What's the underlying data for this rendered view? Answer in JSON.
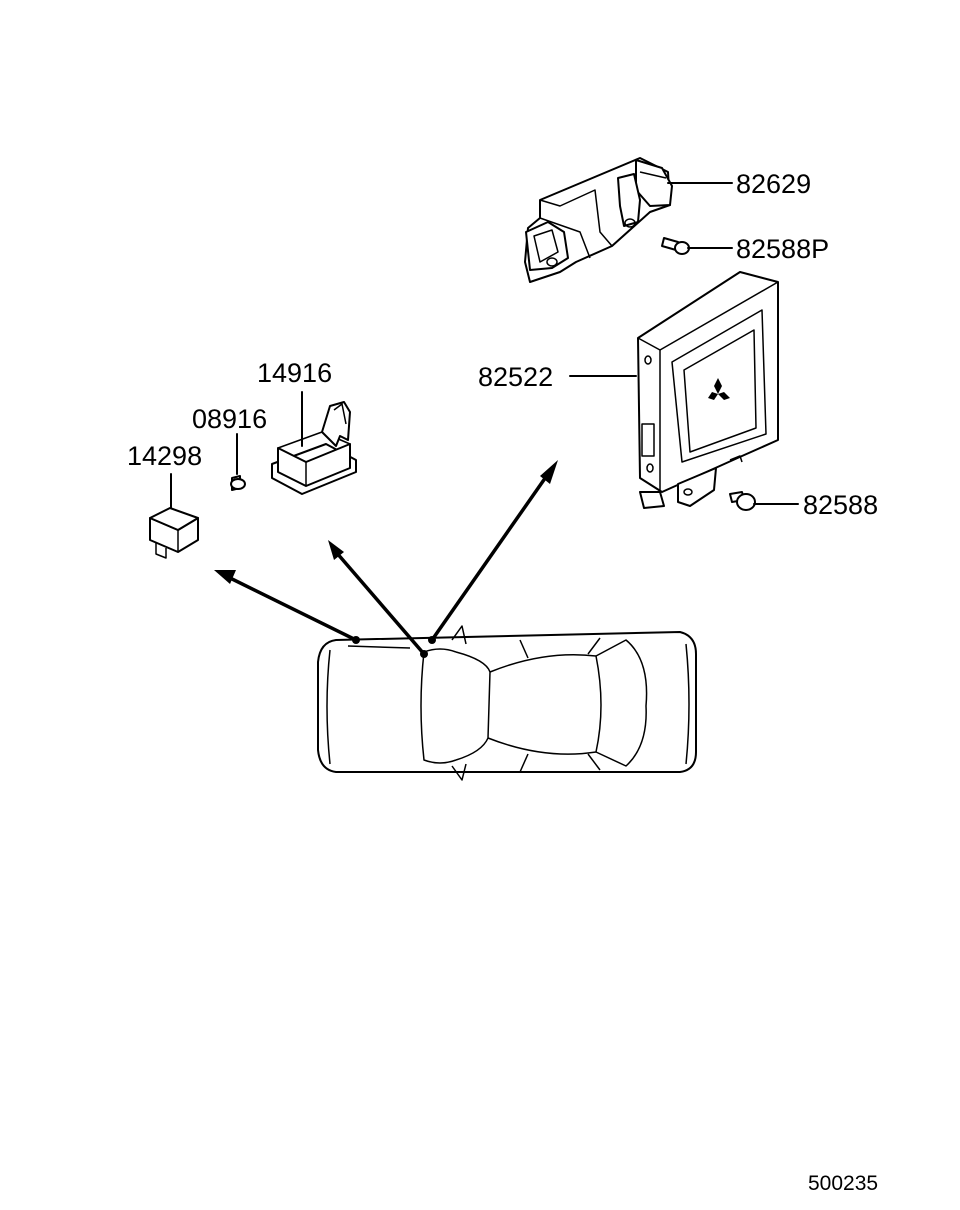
{
  "diagram": {
    "reference_number": "500235",
    "parts": [
      {
        "id": "part-82629",
        "label": "82629"
      },
      {
        "id": "part-82588p",
        "label": "82588P"
      },
      {
        "id": "part-82522",
        "label": "82522"
      },
      {
        "id": "part-82588",
        "label": "82588"
      },
      {
        "id": "part-14916",
        "label": "14916"
      },
      {
        "id": "part-08916",
        "label": "08916"
      },
      {
        "id": "part-14298",
        "label": "14298"
      }
    ],
    "icons": {
      "brand_emblem": "three-diamond-emblem-icon"
    }
  }
}
